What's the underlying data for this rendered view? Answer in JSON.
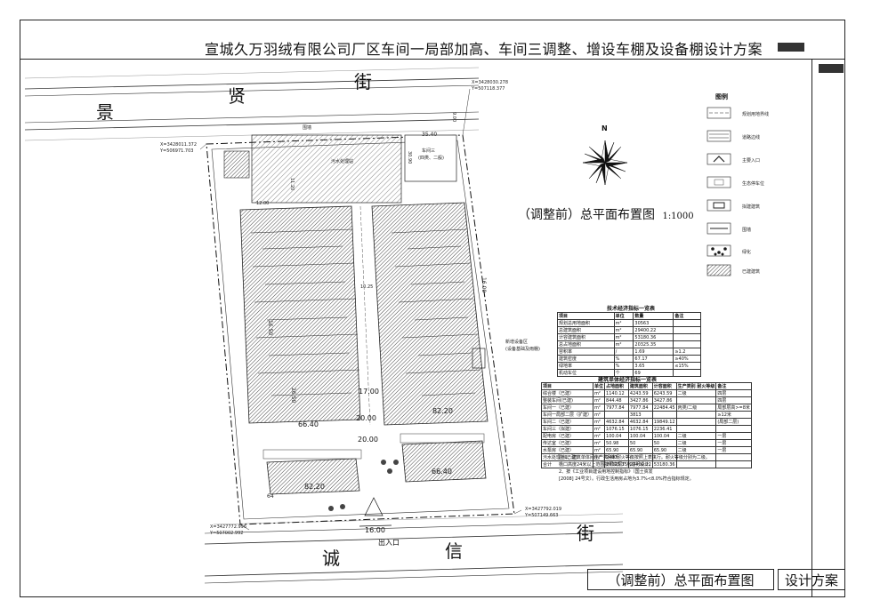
{
  "title": "宣城久万羽绒有限公司厂区车间一局部加高、车间三调整、增设车棚及设备棚设计方案",
  "streets": {
    "north_1": "景",
    "north_2": "贤",
    "north_3": "街",
    "south_1": "诚",
    "south_2": "信",
    "south_3": "街"
  },
  "plan_heading": "（调整前）总平面布置图",
  "plan_scale": "1:1000",
  "compass_label": "N",
  "coords": {
    "nw": [
      "X=3428011.372",
      "Y=506971.703"
    ],
    "ne": [
      "X=3428030.278",
      "Y=507118.377"
    ],
    "sw": [
      "X=3427772.996",
      "Y=507002.992"
    ],
    "se": [
      "X=3427792.019",
      "Y=507149.663"
    ]
  },
  "site_labels": {
    "waste": "污水处理站",
    "workshop3": "车间三",
    "workshop3_sub": "(四类、二般)",
    "dim_width": "35.40",
    "entrance": "出入口",
    "entrance_width": "16.00",
    "road_17": "17.00",
    "road_20a": "20.00",
    "road_20b": "20.00",
    "dim_6640a": "66.40",
    "dim_6640b": "66.40",
    "dim_8220a": "82.20",
    "dim_8220b": "82.20",
    "dim_9": "9.00",
    "dim_1120": "11.20",
    "dim_1025": "10.25",
    "dim_3090": "30.90",
    "dim_1650": "16.50",
    "dim_2650": "26.50",
    "dim_1600": "16.00",
    "dim_12": "12.00",
    "dim_64": "64",
    "new_note_1": "新增设备区",
    "new_note_2": "(设备基础及雨棚)",
    "north_wall_label": "围墙"
  },
  "legend": {
    "title": "图例",
    "items": [
      {
        "label": "规划用地界线",
        "symbol": "dashed-line"
      },
      {
        "label": "道路边线",
        "symbol": "road-lines"
      },
      {
        "label": "主要入口",
        "symbol": "entrance-triangle"
      },
      {
        "label": "生态停车位",
        "symbol": "parking"
      },
      {
        "label": "拟建建筑",
        "symbol": "box"
      },
      {
        "label": "围墙",
        "symbol": "wall"
      },
      {
        "label": "绿化",
        "symbol": "trees"
      },
      {
        "label": "已建建筑",
        "symbol": "hatch"
      }
    ]
  },
  "econ_table": {
    "caption": "技术经济指标一览表",
    "headers": [
      "项目",
      "单位",
      "数量",
      "备注"
    ],
    "rows": [
      [
        "规划总用地面积",
        "m²",
        "30563",
        ""
      ],
      [
        "总建筑面积",
        "m²",
        "29400.22",
        ""
      ],
      [
        "计容建筑面积",
        "m²",
        "53180.36",
        ""
      ],
      [
        "总占地面积",
        "m²",
        "20325.35",
        ""
      ],
      [
        "容积率",
        "/",
        "1.69",
        "≥1.2"
      ],
      [
        "建筑密度",
        "%",
        "67.17",
        "≥40%"
      ],
      [
        "绿地率",
        "%",
        "3.65",
        "≤15%"
      ],
      [
        "机动车位",
        "个",
        "69",
        ""
      ]
    ]
  },
  "bldg_table": {
    "caption": "建筑单体经济指标一览表",
    "headers": [
      "项目",
      "单位",
      "占地面积",
      "建筑面积",
      "计容面积",
      "生产类别 耐火等级",
      "备注"
    ],
    "rows": [
      [
        "综合楼（已建）",
        "m²",
        "1140.12",
        "4243.59",
        "6243.59",
        "二级",
        "四层"
      ],
      [
        "整装车间(已建)",
        "m²",
        "844.48",
        "3427.86",
        "3427.86",
        "",
        "四层"
      ],
      [
        "车间一（已建）",
        "m²",
        "7977.84",
        "7977.84",
        "22484.45",
        "丙类/二级",
        "局部层高>=8米"
      ],
      [
        "车间一局部二层（扩建）",
        "m²",
        "",
        "3813",
        "",
        "",
        "≥12米"
      ],
      [
        "车间二（已建）",
        "m²",
        "4632.84",
        "4632.84",
        "19849.12",
        "",
        "(局部二层)"
      ],
      [
        "车间三（拟建）",
        "m²",
        "1076.15",
        "1076.15",
        "2236.41",
        "",
        ""
      ],
      [
        "配电房（已建）",
        "m²",
        "100.04",
        "100.04",
        "100.04",
        "二级",
        "一层"
      ],
      [
        "传达室（已建）",
        "m²",
        "50.98",
        "50",
        "50",
        "二级",
        "一层"
      ],
      [
        "水泵房（已建）",
        "m²",
        "65.90",
        "65.90",
        "65.90",
        "二级",
        "一层"
      ],
      [
        "污水处理池(已建)",
        "m²",
        "2407",
        "/",
        "/",
        "",
        ""
      ],
      [
        "合计",
        "",
        "20325.35",
        "29400.22",
        "53180.36",
        "",
        ""
      ]
    ]
  },
  "notes": [
    "注:1、建筑单体间生产类别和耐火等级按照上表执行。耐火等级分别为二级。",
    "   檐口高度24米以上范围按照高层厂房进行设计。",
    "   2、按《工业项目建设用地控制指标》（国土资发",
    "   [2008] 24号文）。行政生活用房占地为3.7%<8.0%符合指标规定。"
  ],
  "footer": {
    "plan_name": "（调整前）总平面布置图",
    "stage": "设计方案"
  }
}
